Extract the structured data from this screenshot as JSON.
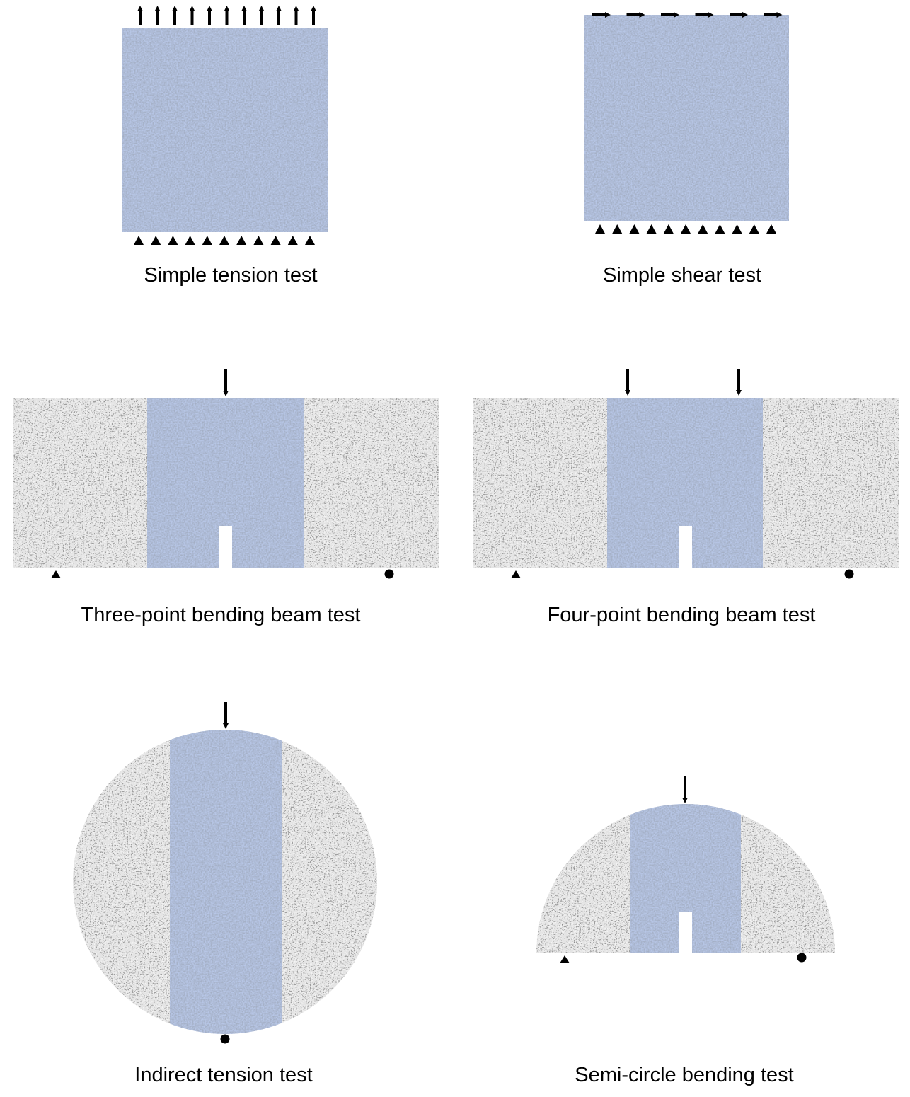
{
  "colors": {
    "specimen_blue": "#b7c6e6",
    "specimen_blue_dark": "#5f6f8e",
    "granite_light": "#e6e6e6",
    "granite_dark": "#1e1e1e",
    "marker": "#000000"
  },
  "panels": [
    {
      "id": "simple-tension",
      "caption": "Simple tension test",
      "load": "upward-arrows",
      "support": "triangles"
    },
    {
      "id": "simple-shear",
      "caption": "Simple shear test",
      "load": "rightward-arrows",
      "support": "triangles"
    },
    {
      "id": "three-point-bending",
      "caption": "Three-point bending beam test",
      "load": "downward-arrow",
      "support": "triangle-and-circle"
    },
    {
      "id": "four-point-bending",
      "caption": "Four-point bending beam test",
      "load": "two-downward-arrows",
      "support": "triangle-and-circle"
    },
    {
      "id": "indirect-tension",
      "caption": "Indirect tension test",
      "load": "downward-arrow",
      "support": "circle"
    },
    {
      "id": "semi-circle-bending",
      "caption": "Semi-circle bending test",
      "load": "downward-arrow",
      "support": "triangle-and-circle"
    }
  ]
}
